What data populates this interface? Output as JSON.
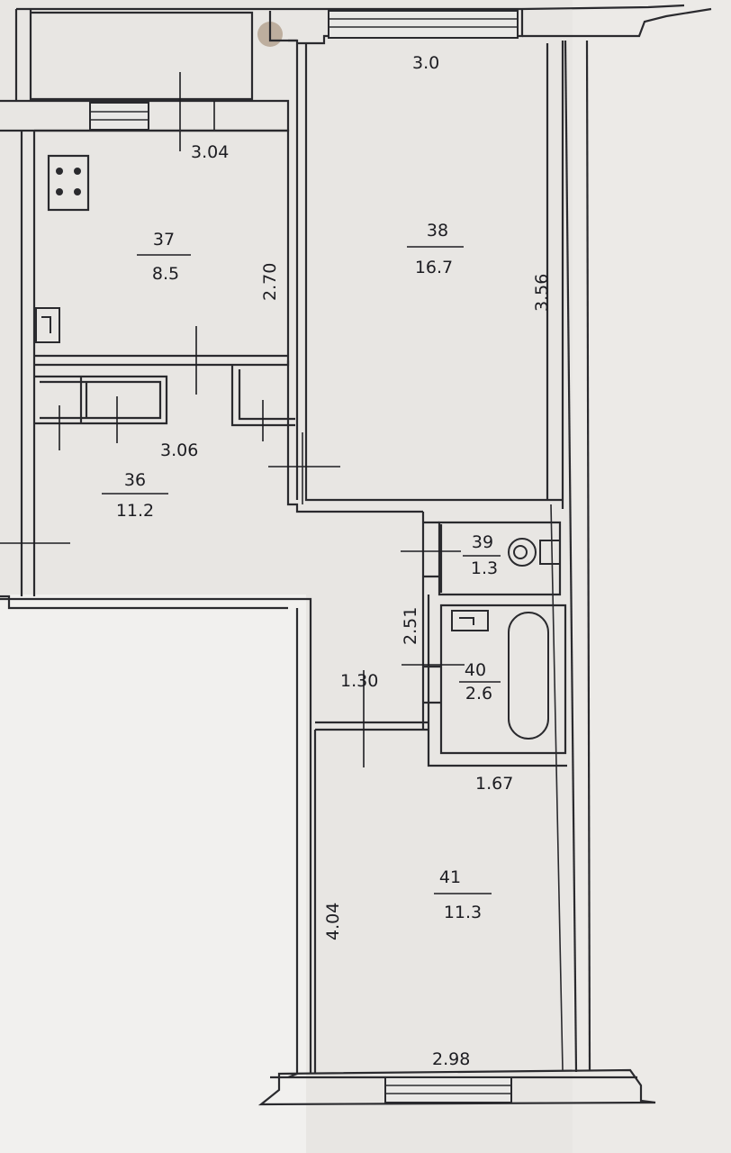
{
  "rooms": [
    {
      "number": "37",
      "area": "8.5"
    },
    {
      "number": "38",
      "area": "16.7"
    },
    {
      "number": "36",
      "area": "11.2"
    },
    {
      "number": "39",
      "area": "1.3"
    },
    {
      "number": "40",
      "area": "2.6"
    },
    {
      "number": "41",
      "area": "11.3"
    }
  ],
  "dimensions": {
    "d_3_0": "3.0",
    "d_3_04": "3.04",
    "d_2_70": "2.70",
    "d_3_56": "3.56",
    "d_3_06": "3.06",
    "d_2_51": "2.51",
    "d_1_30": "1.30",
    "d_1_67": "1.67",
    "d_4_04": "4.04",
    "d_2_98": "2.98"
  },
  "colors": {
    "paper": "#e8e6e3",
    "ink": "#2a2a2e",
    "stain": "#8a6a4a"
  },
  "icons": [
    "stove-icon",
    "toilet-icon",
    "bathtub-icon",
    "sink-icon"
  ]
}
